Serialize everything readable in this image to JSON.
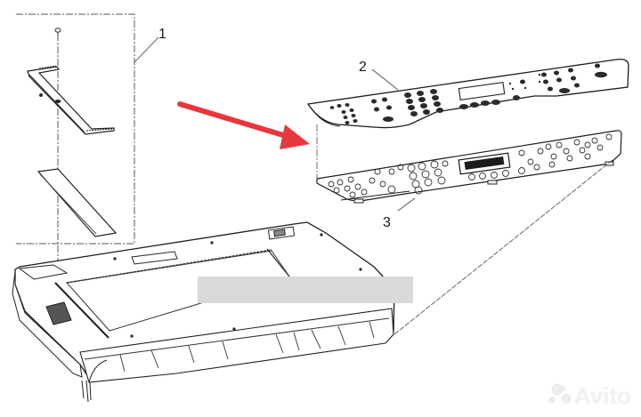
{
  "diagram": {
    "type": "exploded-parts-diagram",
    "subject": "Scanner / flatbed cover assembly with control panel",
    "callouts": [
      {
        "id": "1",
        "label": "1",
        "part": "hinge/bracket kit (screw, bracket, strip)"
      },
      {
        "id": "2",
        "label": "2",
        "part": "control panel overlay (keypad bezel)"
      },
      {
        "id": "3",
        "label": "3",
        "part": "control panel PCB (keys board with LCD)"
      }
    ],
    "annotation_arrow": {
      "color": "#e8383d",
      "points_to": "control panel overlay / PCB"
    },
    "redaction_bar": {
      "color": "#d9d9d9"
    },
    "watermark": {
      "text": "Avito",
      "color": "#f2f2f2"
    },
    "line_color": "#222222",
    "background": "#ffffff"
  }
}
